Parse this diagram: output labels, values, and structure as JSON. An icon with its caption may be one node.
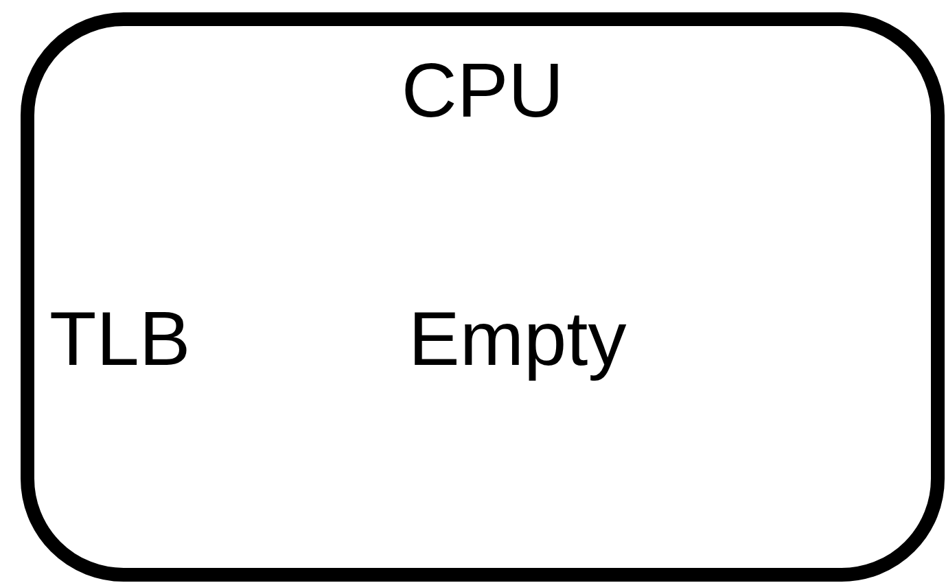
{
  "diagram": {
    "nodes": [
      {
        "text": [
          "CPU",
          "TLB",
          "Empty"
        ]
      }
    ]
  }
}
